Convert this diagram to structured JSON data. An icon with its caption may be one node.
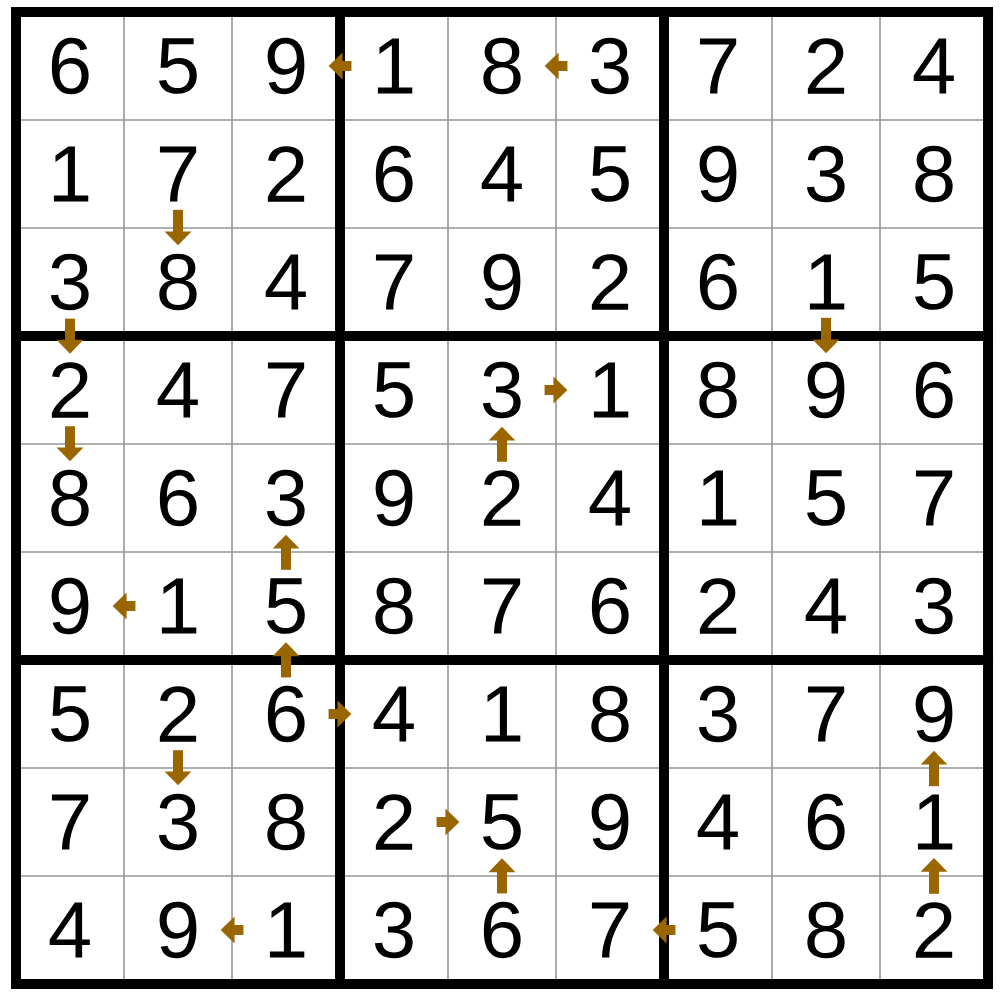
{
  "diagram": {
    "nodes": [
      {
        "text": [
          "6"
        ]
      },
      {
        "text": [
          "5"
        ]
      },
      {
        "text": [
          "9"
        ]
      },
      {
        "text": [
          "1"
        ]
      },
      {
        "text": [
          "8"
        ]
      },
      {
        "text": [
          "3"
        ]
      },
      {
        "text": [
          "7"
        ]
      },
      {
        "text": [
          "2"
        ]
      },
      {
        "text": [
          "4"
        ]
      },
      {
        "text": [
          "1"
        ]
      },
      {
        "text": [
          "7"
        ]
      },
      {
        "text": [
          "2"
        ]
      },
      {
        "text": [
          "6"
        ]
      },
      {
        "text": [
          "4"
        ]
      },
      {
        "text": [
          "5"
        ]
      },
      {
        "text": [
          "9"
        ]
      },
      {
        "text": [
          "3"
        ]
      },
      {
        "text": [
          "8"
        ]
      },
      {
        "text": [
          "3"
        ]
      },
      {
        "text": [
          "8"
        ]
      },
      {
        "text": [
          "4"
        ]
      },
      {
        "text": [
          "7"
        ]
      },
      {
        "text": [
          "9"
        ]
      },
      {
        "text": [
          "2"
        ]
      },
      {
        "text": [
          "6"
        ]
      },
      {
        "text": [
          "1"
        ]
      },
      {
        "text": [
          "5"
        ]
      },
      {
        "text": [
          "2"
        ]
      },
      {
        "text": [
          "4"
        ]
      },
      {
        "text": [
          "7"
        ]
      },
      {
        "text": [
          "5"
        ]
      },
      {
        "text": [
          "3"
        ]
      },
      {
        "text": [
          "1"
        ]
      },
      {
        "text": [
          "8"
        ]
      },
      {
        "text": [
          "9"
        ]
      },
      {
        "text": [
          "6"
        ]
      },
      {
        "text": [
          "8"
        ]
      },
      {
        "text": [
          "6"
        ]
      },
      {
        "text": [
          "3"
        ]
      },
      {
        "text": [
          "9"
        ]
      },
      {
        "text": [
          "2"
        ]
      },
      {
        "text": [
          "4"
        ]
      },
      {
        "text": [
          "1"
        ]
      },
      {
        "text": [
          "5"
        ]
      },
      {
        "text": [
          "7"
        ]
      },
      {
        "text": [
          "9"
        ]
      },
      {
        "text": [
          "1"
        ]
      },
      {
        "text": [
          "5"
        ]
      },
      {
        "text": [
          "8"
        ]
      },
      {
        "text": [
          "7"
        ]
      },
      {
        "text": [
          "6"
        ]
      },
      {
        "text": [
          "2"
        ]
      },
      {
        "text": [
          "4"
        ]
      },
      {
        "text": [
          "3"
        ]
      },
      {
        "text": [
          "5"
        ]
      },
      {
        "text": [
          "2"
        ]
      },
      {
        "text": [
          "6"
        ]
      },
      {
        "text": [
          "4"
        ]
      },
      {
        "text": [
          "1"
        ]
      },
      {
        "text": [
          "8"
        ]
      },
      {
        "text": [
          "3"
        ]
      },
      {
        "text": [
          "7"
        ]
      },
      {
        "text": [
          "9"
        ]
      },
      {
        "text": [
          "7"
        ]
      },
      {
        "text": [
          "3"
        ]
      },
      {
        "text": [
          "8"
        ]
      },
      {
        "text": [
          "2"
        ]
      },
      {
        "text": [
          "5"
        ]
      },
      {
        "text": [
          "9"
        ]
      },
      {
        "text": [
          "4"
        ]
      },
      {
        "text": [
          "6"
        ]
      },
      {
        "text": [
          "1"
        ]
      },
      {
        "text": [
          "4"
        ]
      },
      {
        "text": [
          "9"
        ]
      },
      {
        "text": [
          "1"
        ]
      },
      {
        "text": [
          "3"
        ]
      },
      {
        "text": [
          "6"
        ]
      },
      {
        "text": [
          "7"
        ]
      },
      {
        "text": [
          "5"
        ]
      },
      {
        "text": [
          "8"
        ]
      },
      {
        "text": [
          "2"
        ]
      }
    ],
    "edges": [
      {
        "from": 3,
        "to": 2,
        "arrow": "to"
      },
      {
        "from": 5,
        "to": 4,
        "arrow": "to"
      },
      {
        "from": 10,
        "to": 19,
        "arrow": "to"
      },
      {
        "from": 18,
        "to": 27,
        "arrow": "to"
      },
      {
        "from": 25,
        "to": 34,
        "arrow": "to"
      },
      {
        "from": 27,
        "to": 36,
        "arrow": "to"
      },
      {
        "from": 31,
        "to": 32,
        "arrow": "to"
      },
      {
        "from": 40,
        "to": 31,
        "arrow": "to"
      },
      {
        "from": 47,
        "to": 38,
        "arrow": "to"
      },
      {
        "from": 46,
        "to": 45,
        "arrow": "to"
      },
      {
        "from": 56,
        "to": 47,
        "arrow": "to"
      },
      {
        "from": 56,
        "to": 57,
        "arrow": "to"
      },
      {
        "from": 55,
        "to": 64,
        "arrow": "to"
      },
      {
        "from": 71,
        "to": 62,
        "arrow": "to"
      },
      {
        "from": 66,
        "to": 67,
        "arrow": "to"
      },
      {
        "from": 76,
        "to": 67,
        "arrow": "to"
      },
      {
        "from": 80,
        "to": 71,
        "arrow": "to"
      },
      {
        "from": 74,
        "to": 73,
        "arrow": "to"
      },
      {
        "from": 78,
        "to": 77,
        "arrow": "to"
      }
    ]
  }
}
